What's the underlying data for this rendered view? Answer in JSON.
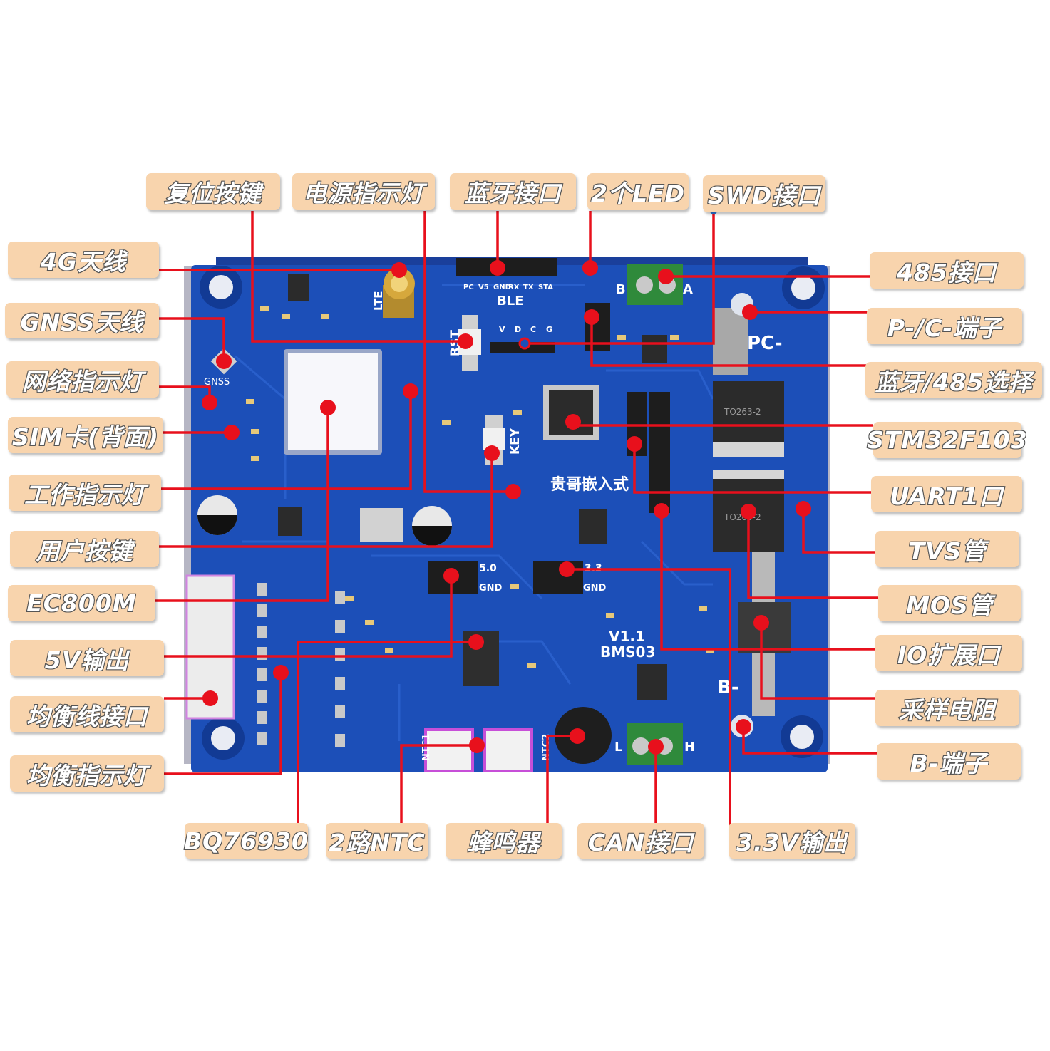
{
  "board": {
    "brand_text": "贵哥嵌入式",
    "version": "V1.1",
    "model": "BMS03",
    "ble_header": "BLE",
    "ble_pins": [
      "PC",
      "V5",
      "GND",
      "RX",
      "TX",
      "STA"
    ],
    "swd_pins": [
      "V",
      "D",
      "C",
      "G"
    ],
    "pc_label": "PC-",
    "b_label": "B-",
    "gnss_text": "GNSS",
    "rst_text": "RST",
    "key_text": "KEY",
    "lte_text": "LTE",
    "v5_label": "5.0",
    "v33_label": "3.3",
    "gnd_label": "GND",
    "can_l": "L",
    "can_h": "H",
    "rs485_b": "B",
    "rs485_a": "A",
    "ntc1": "NTC1",
    "ntc2": "NTC2",
    "pkg_to263": "TO263-2"
  },
  "labels": {
    "reset_key": "复位按键",
    "power_led": "电源指示灯",
    "ble_port": "蓝牙接口",
    "two_led": "2个LED",
    "swd_port": "SWD接口",
    "ant_4g": "4G天线",
    "gnss_ant": "GNSS天线",
    "net_led": "网络指示灯",
    "sim_card": "SIM卡(背面)",
    "work_led": "工作指示灯",
    "user_key": "用户按键",
    "ec800m": "EC800M",
    "out_5v": "5V输出",
    "balance_port": "均衡线接口",
    "balance_led": "均衡指示灯",
    "bq76930": "BQ76930",
    "ntc2": "2路NTC",
    "buzzer": "蜂鸣器",
    "can_port": "CAN接口",
    "out_33v": "3.3V输出",
    "rs485_port": "485接口",
    "pc_terminal": "P-/C-端子",
    "ble485_select": "蓝牙/485选择",
    "stm32": "STM32F103",
    "uart1": "UART1口",
    "tvs": "TVS管",
    "mos": "MOS管",
    "io_ext": "IO扩展口",
    "shunt": "采样电阻",
    "b_terminal": "B-端子"
  },
  "colors": {
    "pcb": "#1c4fb8",
    "pcb_dark": "#153f98",
    "tag_bg": "#f8d4ad",
    "line": "#e8101c"
  }
}
